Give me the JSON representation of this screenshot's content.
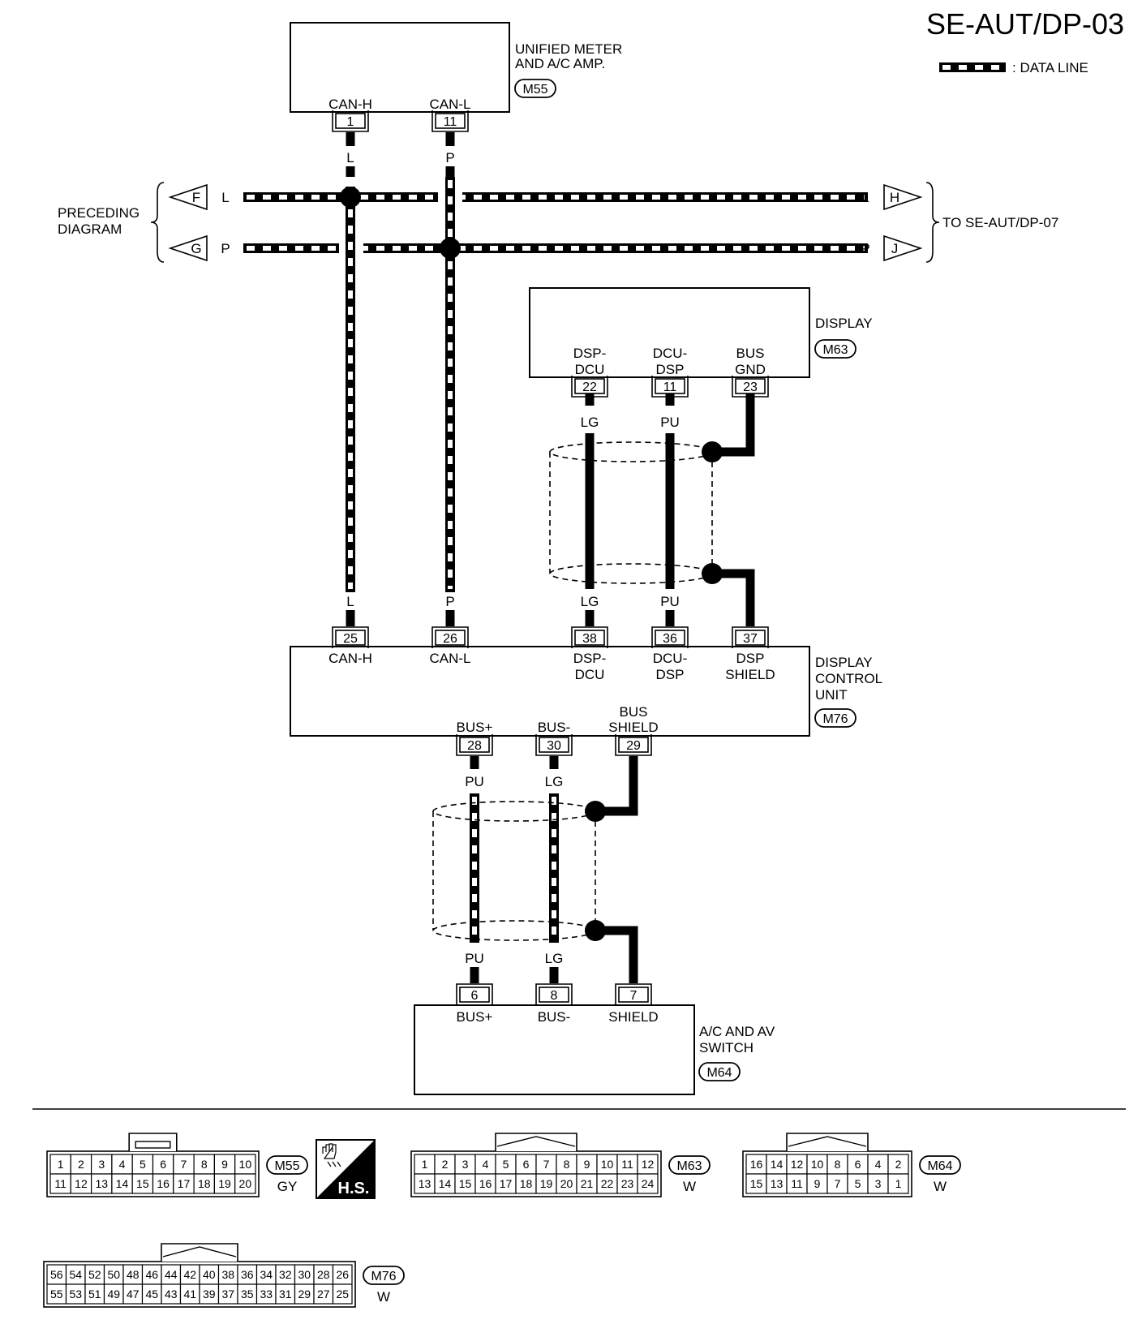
{
  "title": "SE-AUT/DP-03",
  "legend": {
    "label": ": DATA LINE"
  },
  "components": {
    "meter": {
      "name_lines": [
        "UNIFIED METER",
        "AND A/C AMP."
      ],
      "connector": "M55",
      "pins": [
        {
          "num": "1",
          "name": "CAN-H",
          "wire": "L"
        },
        {
          "num": "11",
          "name": "CAN-L",
          "wire": "P"
        }
      ]
    },
    "display": {
      "name_lines": [
        "DISPLAY"
      ],
      "connector": "M63",
      "pins": [
        {
          "num": "22",
          "name_lines": [
            "DSP-",
            "DCU"
          ],
          "wire": "LG"
        },
        {
          "num": "11",
          "name_lines": [
            "DCU-",
            "DSP"
          ],
          "wire": "PU"
        },
        {
          "num": "23",
          "name_lines": [
            "BUS",
            "GND"
          ]
        }
      ]
    },
    "dcu": {
      "name_lines": [
        "DISPLAY",
        "CONTROL",
        "UNIT"
      ],
      "connector": "M76",
      "top_pins": [
        {
          "num": "25",
          "name_lines": [
            "CAN-H"
          ],
          "wire": "L"
        },
        {
          "num": "26",
          "name_lines": [
            "CAN-L"
          ],
          "wire": "P"
        },
        {
          "num": "38",
          "name_lines": [
            "DSP-",
            "DCU"
          ],
          "wire": "LG"
        },
        {
          "num": "36",
          "name_lines": [
            "DCU-",
            "DSP"
          ],
          "wire": "PU"
        },
        {
          "num": "37",
          "name_lines": [
            "DSP",
            "SHIELD"
          ]
        }
      ],
      "bottom_pins": [
        {
          "num": "28",
          "name_lines": [
            "BUS+"
          ],
          "wire": "PU"
        },
        {
          "num": "30",
          "name_lines": [
            "BUS-"
          ],
          "wire": "LG"
        },
        {
          "num": "29",
          "name_lines": [
            "BUS",
            "SHIELD"
          ]
        }
      ]
    },
    "switch": {
      "name_lines": [
        "A/C AND AV",
        "SWITCH"
      ],
      "connector": "M64",
      "pins": [
        {
          "num": "6",
          "name": "BUS+",
          "wire": "PU"
        },
        {
          "num": "8",
          "name": "BUS-",
          "wire": "LG"
        },
        {
          "num": "7",
          "name": "SHIELD"
        }
      ]
    }
  },
  "bus": {
    "preceding": {
      "label_lines": [
        "PRECEDING",
        "DIAGRAM"
      ],
      "upper": {
        "arrow": "F",
        "wire": "L"
      },
      "lower": {
        "arrow": "G",
        "wire": "P"
      }
    },
    "next": {
      "label": "TO SE-AUT/DP-07",
      "upper": {
        "arrow": "H",
        "wire": "L"
      },
      "lower": {
        "arrow": "J",
        "wire": "P"
      }
    }
  },
  "connector_views": [
    {
      "id": "M55",
      "color": "GY",
      "rows": [
        [
          "1",
          "2",
          "3",
          "4",
          "5",
          "6",
          "7",
          "8",
          "9",
          "10"
        ],
        [
          "11",
          "12",
          "13",
          "14",
          "15",
          "16",
          "17",
          "18",
          "19",
          "20"
        ]
      ]
    },
    {
      "id": "M63",
      "color": "W",
      "rows": [
        [
          "1",
          "2",
          "3",
          "4",
          "5",
          "6",
          "7",
          "8",
          "9",
          "10",
          "11",
          "12"
        ],
        [
          "13",
          "14",
          "15",
          "16",
          "17",
          "18",
          "19",
          "20",
          "21",
          "22",
          "23",
          "24"
        ]
      ]
    },
    {
      "id": "M64",
      "color": "W",
      "rows": [
        [
          "16",
          "14",
          "12",
          "10",
          "8",
          "6",
          "4",
          "2"
        ],
        [
          "15",
          "13",
          "11",
          "9",
          "7",
          "5",
          "3",
          "1"
        ]
      ]
    },
    {
      "id": "M76",
      "color": "W",
      "rows": [
        [
          "56",
          "54",
          "52",
          "50",
          "48",
          "46",
          "44",
          "42",
          "40",
          "38",
          "36",
          "34",
          "32",
          "30",
          "28",
          "26"
        ],
        [
          "55",
          "53",
          "51",
          "49",
          "47",
          "45",
          "43",
          "41",
          "39",
          "37",
          "35",
          "33",
          "31",
          "29",
          "27",
          "25"
        ]
      ]
    }
  ],
  "hs_badge": "H.S."
}
